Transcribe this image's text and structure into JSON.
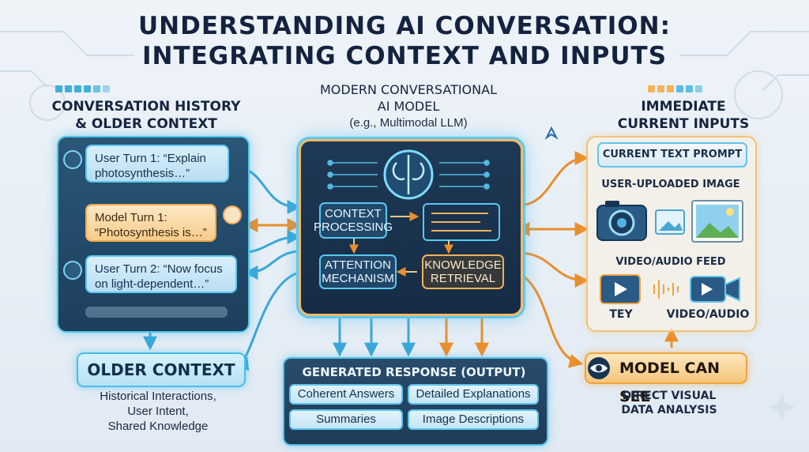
{
  "title": {
    "line1": "UNDERSTANDING AI CONVERSATION:",
    "line2": "INTEGRATING CONTEXT AND INPUTS"
  },
  "history": {
    "heading_line1": "CONVERSATION HISTORY",
    "heading_line2": "& OLDER CONTEXT",
    "turns": [
      {
        "line1": "User Turn 1: “Explain",
        "line2": "photosynthesis…”"
      },
      {
        "line1": "Model Turn 1:",
        "line2": "“Photosynthesis is…”"
      },
      {
        "line1": "User Turn 2: “Now focus",
        "line2": "on light-dependent…”"
      }
    ],
    "older_badge": "OLDER CONTEXT",
    "older_desc": [
      "Historical Interactions,",
      "User Intent,",
      "Shared Knowledge"
    ]
  },
  "model": {
    "heading_line1": "MODERN CONVERSATIONAL",
    "heading_line2": "AI MODEL",
    "subheading": "(e.g., Multimodal LLM)",
    "context_processing": [
      "CONTEXT",
      "PROCESSING"
    ],
    "attention": [
      "ATTENTION",
      "MECHANISM"
    ],
    "knowledge": [
      "KNOWLEDGE",
      "RETRIEVAL"
    ]
  },
  "output": {
    "title": "GENERATED RESPONSE (OUTPUT)",
    "items": [
      "Coherent Answers",
      "Detailed Explanations",
      "Summaries",
      "Image Descriptions"
    ]
  },
  "inputs": {
    "heading_line1": "IMMEDIATE",
    "heading_line2": "CURRENT INPUTS",
    "prompt": "CURRENT TEXT PROMPT",
    "image_label": "USER-UPLOADED IMAGE",
    "video_label": "VIDEO/AUDIO FEED",
    "tey_label": "TEY",
    "videoaudio_label": "VIDEO/AUDIO",
    "see_badge": "MODEL CAN SEE",
    "see_desc": [
      "DIRECT VISUAL",
      "DATA ANALYSIS"
    ]
  },
  "colors": {
    "accent_cyan": "#4fc6e6",
    "accent_orange": "#f0a33e",
    "navy": "#1d3f5d"
  },
  "icons": [
    "user-avatar-icon",
    "model-avatar-icon",
    "brain-icon",
    "camera-icon",
    "image-icon",
    "photo-icon",
    "video-play-icon",
    "video-camera-icon",
    "eye-icon",
    "sparkle-icon",
    "pointer-icon"
  ]
}
